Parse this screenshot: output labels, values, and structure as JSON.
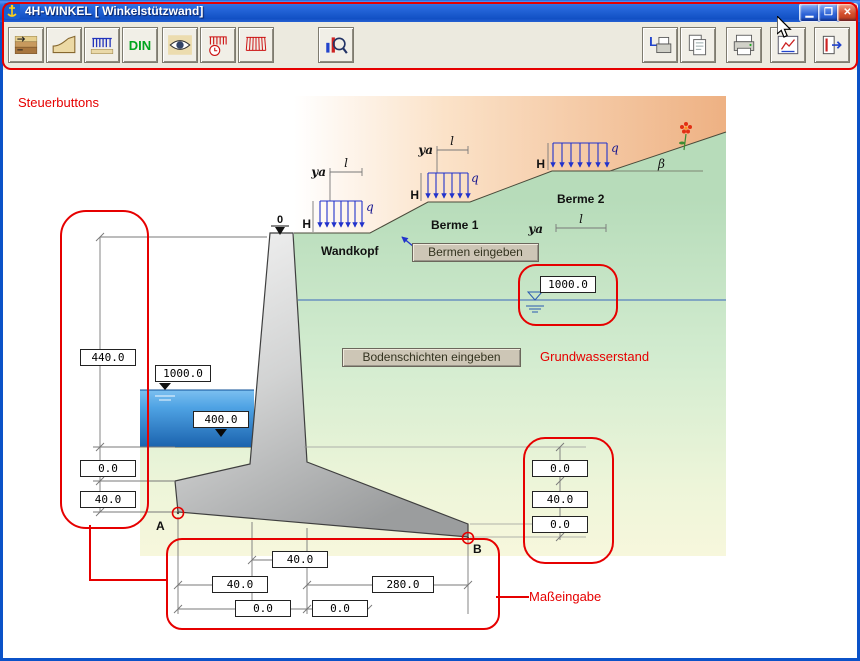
{
  "window": {
    "title": "4H-WINKEL [ Winkelstützwand]",
    "controls": {
      "minimize": "▁",
      "maximize": "❐",
      "close": "✕"
    }
  },
  "toolbar": {
    "din_label": "DIN",
    "icons": [
      "soil-layers",
      "slope-profile",
      "load-comb",
      "din-standard",
      "view-eye",
      "load-grid-clock",
      "load-grid-dense",
      "search-results",
      "print-list",
      "copy-pages",
      "print",
      "result-graphic",
      "exit"
    ]
  },
  "annotations": {
    "steuerbuttons": "Steuerbuttons",
    "grundwasserstand": "Grundwasserstand",
    "masseingabe": "Maßeingabe"
  },
  "buttons": {
    "bermen": "Bermen eingeben",
    "bodenschichten": "Bodenschichten eingeben"
  },
  "labels": {
    "wandkopf": "Wandkopf",
    "berme1": "Berme 1",
    "berme2": "Berme 2",
    "beta": "β",
    "q": "q",
    "h": "H",
    "ya": "ya",
    "l": "l",
    "zero": "0",
    "point_a": "A",
    "point_b": "B"
  },
  "fields": {
    "groundwater": "1000.0",
    "wall_height": "440.0",
    "water_level": "1000.0",
    "water_depth": "400.0",
    "left_top": "0.0",
    "left_bottom": "40.0",
    "right_top": "0.0",
    "right_mid": "40.0",
    "right_bottom": "0.0",
    "stem_width": "40.0",
    "toe_length": "40.0",
    "heel_length": "280.0",
    "toe_offset": "0.0",
    "heel_offset": "0.0"
  },
  "colors": {
    "annotation_red": "#e60000",
    "load_blue": "#2233cc",
    "water_blue": "#2f7fc9",
    "slope_tan": "#eeb183",
    "soil_green": "#c6e4c4"
  }
}
